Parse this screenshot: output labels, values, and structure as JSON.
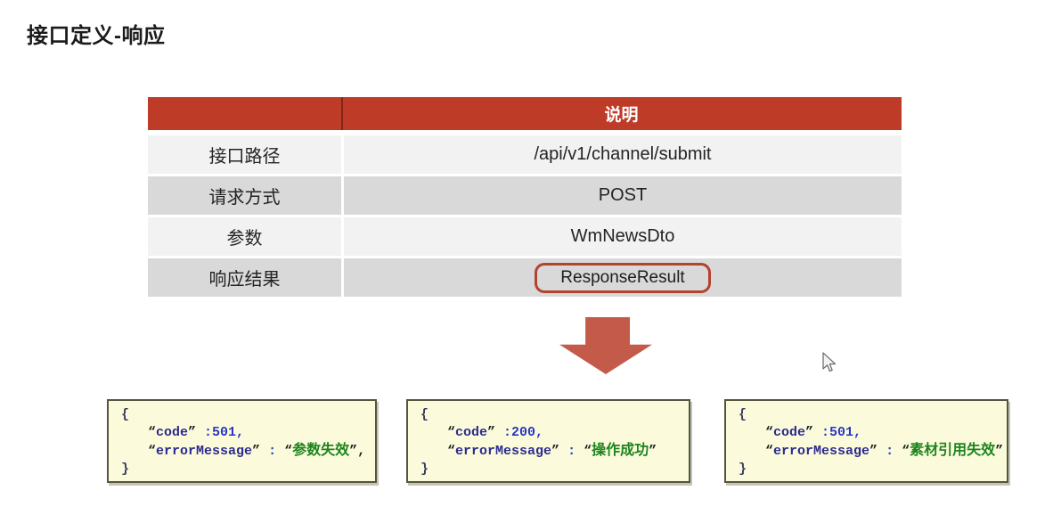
{
  "page": {
    "title": "接口定义-响应"
  },
  "table": {
    "header_label": "说明",
    "rows": [
      {
        "label": "接口路径",
        "value": "/api/v1/channel/submit",
        "shade": "light",
        "highlight": false
      },
      {
        "label": "请求方式",
        "value": "POST",
        "shade": "dark",
        "highlight": false
      },
      {
        "label": "参数",
        "value": "WmNewsDto",
        "shade": "light",
        "highlight": false
      },
      {
        "label": "响应结果",
        "value": "ResponseResult",
        "shade": "dark",
        "highlight": true
      }
    ]
  },
  "code_boxes": [
    {
      "lines": [
        {
          "indent": false,
          "tokens": [
            {
              "t": "{",
              "c": "brace"
            }
          ]
        },
        {
          "indent": true,
          "tokens": [
            {
              "t": "“",
              "c": "quote"
            },
            {
              "t": "code",
              "c": "key"
            },
            {
              "t": "”",
              "c": "quote"
            },
            {
              "t": " :501,",
              "c": "num"
            }
          ]
        },
        {
          "indent": true,
          "tokens": [
            {
              "t": "“",
              "c": "quote"
            },
            {
              "t": "errorMessage",
              "c": "key"
            },
            {
              "t": "”",
              "c": "quote"
            },
            {
              "t": " : ",
              "c": "num"
            },
            {
              "t": "“",
              "c": "quote"
            },
            {
              "t": "参数失效",
              "c": "str"
            },
            {
              "t": "”",
              "c": "quote"
            },
            {
              "t": ",",
              "c": "plain"
            }
          ]
        },
        {
          "indent": false,
          "tokens": [
            {
              "t": "}",
              "c": "brace"
            }
          ]
        }
      ]
    },
    {
      "lines": [
        {
          "indent": false,
          "tokens": [
            {
              "t": "{",
              "c": "brace"
            }
          ]
        },
        {
          "indent": true,
          "tokens": [
            {
              "t": "“",
              "c": "quote"
            },
            {
              "t": "code",
              "c": "key"
            },
            {
              "t": "”",
              "c": "quote"
            },
            {
              "t": " :200,",
              "c": "num"
            }
          ]
        },
        {
          "indent": true,
          "tokens": [
            {
              "t": "“",
              "c": "quote"
            },
            {
              "t": "errorMessage",
              "c": "key"
            },
            {
              "t": "”",
              "c": "quote"
            },
            {
              "t": " : ",
              "c": "num"
            },
            {
              "t": "“",
              "c": "quote"
            },
            {
              "t": "操作成功",
              "c": "str"
            },
            {
              "t": "”",
              "c": "quote"
            }
          ]
        },
        {
          "indent": false,
          "tokens": [
            {
              "t": "}",
              "c": "brace"
            }
          ]
        }
      ]
    },
    {
      "lines": [
        {
          "indent": false,
          "tokens": [
            {
              "t": "{",
              "c": "brace"
            }
          ]
        },
        {
          "indent": true,
          "tokens": [
            {
              "t": "“",
              "c": "quote"
            },
            {
              "t": "code",
              "c": "key"
            },
            {
              "t": "”",
              "c": "quote"
            },
            {
              "t": " :501,",
              "c": "num"
            }
          ]
        },
        {
          "indent": true,
          "tokens": [
            {
              "t": "“",
              "c": "quote"
            },
            {
              "t": "errorMessage",
              "c": "key"
            },
            {
              "t": "”",
              "c": "quote"
            },
            {
              "t": " : ",
              "c": "num"
            },
            {
              "t": "“",
              "c": "quote"
            },
            {
              "t": "素材引用失效",
              "c": "str"
            },
            {
              "t": "”",
              "c": "quote"
            }
          ]
        },
        {
          "indent": false,
          "tokens": [
            {
              "t": "}",
              "c": "brace"
            }
          ]
        }
      ]
    }
  ],
  "colors": {
    "header_red": "#BE3B27",
    "row_light": "#F2F2F2",
    "row_dark": "#D9D9D9",
    "highlight_border": "#B2432F",
    "arrow_fill": "#C45B4A",
    "box_bg": "#FBFBDC",
    "box_border": "#55553F",
    "code_key": "#2B2B8F",
    "code_num": "#2936C4",
    "code_str": "#1D841D",
    "code_quote": "#1F1F1F",
    "code_brace": "#3A3A5E"
  }
}
